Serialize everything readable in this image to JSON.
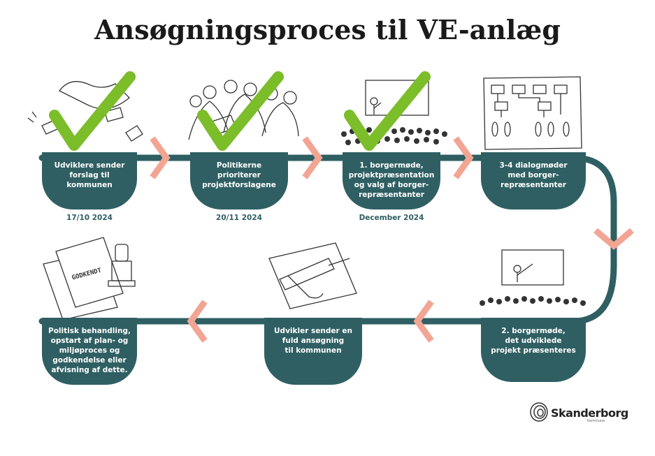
{
  "title": "Ansøgningsproces til VE-anlæg",
  "steps": [
    {
      "label": "Udviklere sender\nforslag til\nkommunen",
      "date": "17/10 2024",
      "checked": true
    },
    {
      "label": "Politikerne\nprioriterer\nprojektforslagene",
      "date": "20/11 2024",
      "checked": true
    },
    {
      "label": "1. borgermøde,\nprojektpræsentation\nog valg af borger-\nrepræsentanter",
      "date": "December 2024",
      "checked": true
    },
    {
      "label": "3-4 dialogmøder\nmed borger-\nrepræsentanter",
      "date": "",
      "checked": false
    },
    {
      "label": "2. borgermøde,\ndet udviklede\nprojekt præsenteres",
      "date": "",
      "checked": false
    },
    {
      "label": "Udvikler sender en\nfuld ansøgning\ntil kommunen",
      "date": "",
      "checked": false
    },
    {
      "label": "Politisk behandling,\nopstart af plan- og\nmiljøproces og\ngodkendelse eller\nafvisning af dette.",
      "date": "",
      "checked": false
    }
  ],
  "illustrations": {
    "stamp_text": "GODKENDT"
  },
  "logo": {
    "name": "Skanderborg",
    "sub": "Kommune"
  },
  "colors": {
    "teal": "#2f5f63",
    "arrow": "#f2a593",
    "check": "#7cbd2a"
  }
}
